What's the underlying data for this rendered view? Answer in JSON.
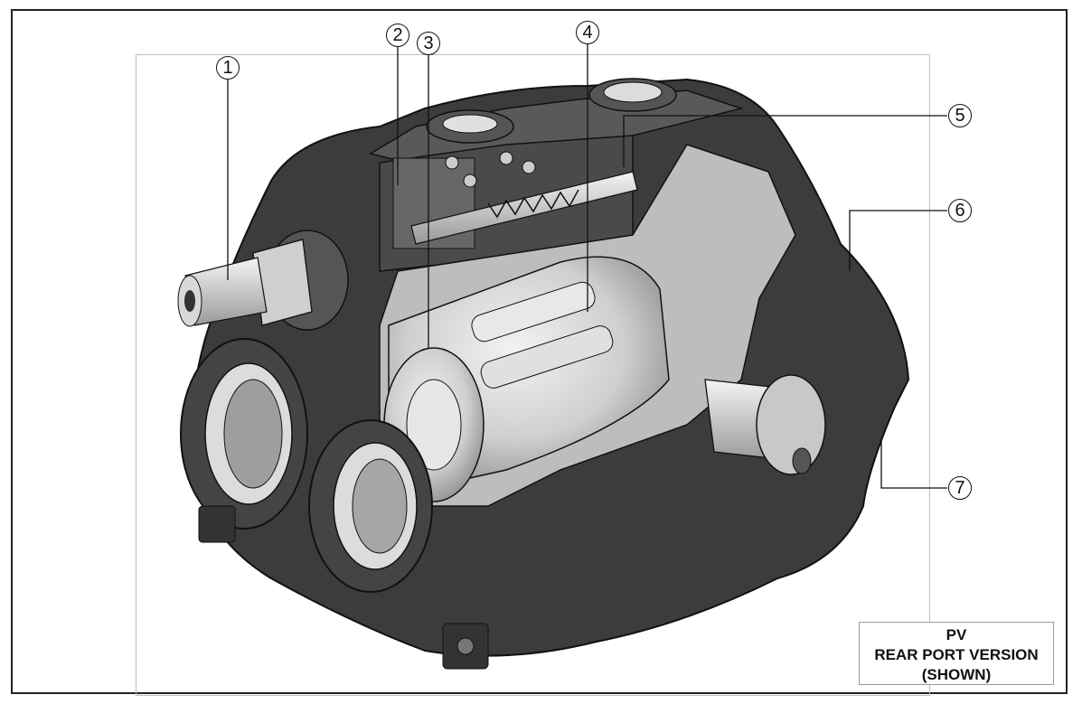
{
  "callouts": [
    {
      "id": "c1",
      "number": "1"
    },
    {
      "id": "c2",
      "number": "2"
    },
    {
      "id": "c3",
      "number": "3"
    },
    {
      "id": "c4",
      "number": "4"
    },
    {
      "id": "c5",
      "number": "5"
    },
    {
      "id": "c6",
      "number": "6"
    },
    {
      "id": "c7",
      "number": "7"
    }
  ],
  "caption": {
    "line1": "PV",
    "line2": "REAR PORT VERSION",
    "line3": "(SHOWN)"
  },
  "colors": {
    "housing_dark": "#3c3c3c",
    "housing_mid": "#595959",
    "metal_light": "#d9d9d9",
    "line": "#111111"
  }
}
